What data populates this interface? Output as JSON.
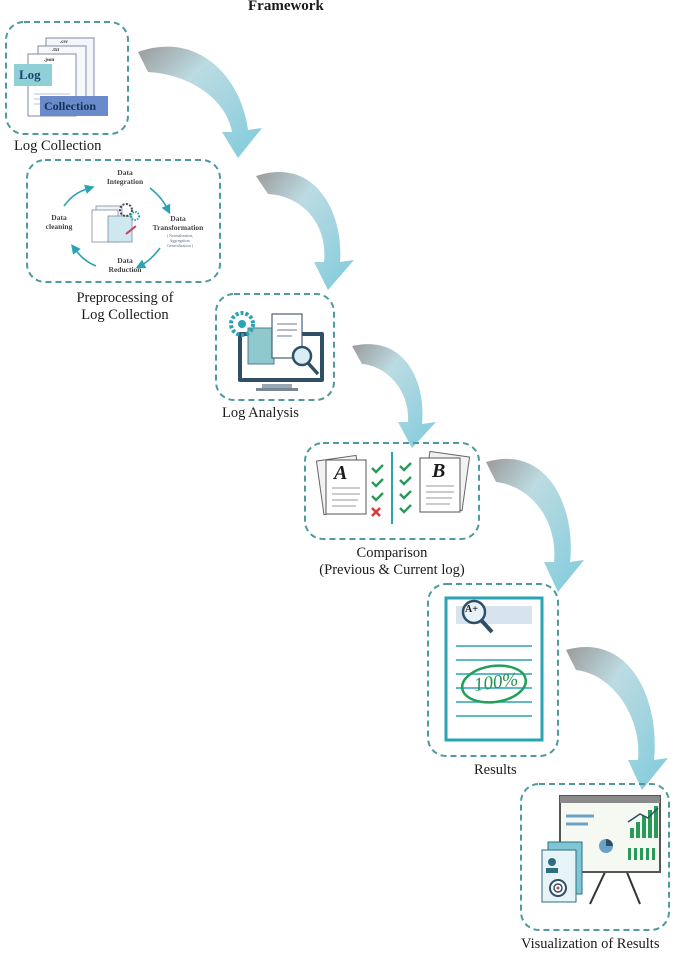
{
  "title": "Framework",
  "steps": [
    {
      "label": "Log Collection"
    },
    {
      "label_lines": [
        "Preprocessing of",
        "Log Collection"
      ]
    },
    {
      "label": "Log Analysis"
    },
    {
      "label_lines": [
        "Comparison",
        "(Previous & Current log)"
      ]
    },
    {
      "label": "Results"
    },
    {
      "label": "Visualization of Results"
    }
  ],
  "log_icon": {
    "files": [
      ".csv",
      ".txt",
      ".json"
    ],
    "tag_log": "Log",
    "tag_collection": "Collection"
  },
  "preprocessing": {
    "integration": [
      "Data",
      "Integration"
    ],
    "transformation": [
      "Data",
      "Transformation"
    ],
    "transformation_note": [
      "( Normalization,",
      "Aggregation,",
      "Generalization )"
    ],
    "reduction": [
      "Data",
      "Reduction"
    ],
    "cleaning": [
      "Data",
      "cleaning"
    ]
  },
  "comparison": {
    "left_doc": "A",
    "right_doc": "B"
  },
  "results": {
    "grade": "A+",
    "score": "100%"
  },
  "colors": {
    "dashed_border": "#4e9a9e",
    "arrow": "#a9d8e3",
    "accent": "#2aa3b3"
  }
}
